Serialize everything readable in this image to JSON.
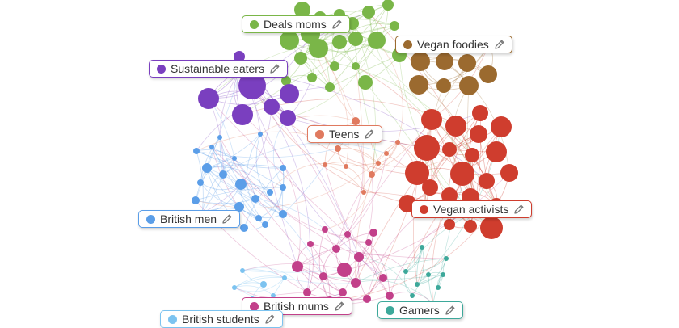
{
  "clusters": [
    {
      "id": "deals-moms",
      "label": "Deals moms",
      "color": "#7ab648",
      "nodes": [
        [
          374,
          12,
          10
        ],
        [
          396,
          22,
          8
        ],
        [
          420,
          18,
          7
        ],
        [
          436,
          29,
          8
        ],
        [
          456,
          15,
          8
        ],
        [
          480,
          6,
          7
        ],
        [
          488,
          32,
          6
        ],
        [
          358,
          50,
          12
        ],
        [
          384,
          42,
          12
        ],
        [
          394,
          60,
          12
        ],
        [
          420,
          52,
          9
        ],
        [
          440,
          48,
          9
        ],
        [
          466,
          50,
          11
        ],
        [
          494,
          68,
          9
        ],
        [
          372,
          72,
          8
        ],
        [
          414,
          82,
          6
        ],
        [
          440,
          82,
          5
        ],
        [
          452,
          102,
          9
        ],
        [
          386,
          96,
          6
        ],
        [
          408,
          108,
          6
        ],
        [
          354,
          100,
          6
        ]
      ]
    },
    {
      "id": "vegan-foodies",
      "label": "Vegan foodies",
      "color": "#9b6a2f",
      "nodes": [
        [
          520,
          76,
          12
        ],
        [
          550,
          76,
          11
        ],
        [
          578,
          78,
          11
        ],
        [
          604,
          92,
          11
        ],
        [
          518,
          105,
          12
        ],
        [
          549,
          106,
          9
        ],
        [
          580,
          106,
          12
        ],
        [
          605,
          55,
          6
        ]
      ]
    },
    {
      "id": "sustainable-eaters",
      "label": "Sustainable eaters",
      "color": "#7a3fbf",
      "nodes": [
        [
          312,
          106,
          17
        ],
        [
          258,
          122,
          13
        ],
        [
          300,
          142,
          13
        ],
        [
          336,
          132,
          10
        ],
        [
          358,
          116,
          12
        ],
        [
          356,
          146,
          10
        ],
        [
          296,
          70,
          7
        ],
        [
          298,
          86,
          5
        ]
      ]
    },
    {
      "id": "vegan-activists",
      "label": "Vegan activists",
      "color": "#cf3d2e",
      "nodes": [
        [
          534,
          148,
          13
        ],
        [
          564,
          156,
          13
        ],
        [
          594,
          140,
          10
        ],
        [
          620,
          157,
          13
        ],
        [
          528,
          183,
          16
        ],
        [
          556,
          185,
          9
        ],
        [
          592,
          166,
          11
        ],
        [
          584,
          192,
          9
        ],
        [
          614,
          188,
          13
        ],
        [
          516,
          214,
          15
        ],
        [
          572,
          215,
          15
        ],
        [
          630,
          214,
          11
        ],
        [
          602,
          224,
          10
        ],
        [
          532,
          232,
          10
        ],
        [
          556,
          242,
          10
        ],
        [
          582,
          244,
          11
        ],
        [
          614,
          254,
          9
        ],
        [
          504,
          252,
          11
        ],
        [
          608,
          282,
          14
        ],
        [
          582,
          280,
          8
        ],
        [
          556,
          278,
          7
        ],
        [
          528,
          260,
          6
        ]
      ]
    },
    {
      "id": "teens",
      "label": "Teens",
      "color": "#e07a5f",
      "nodes": [
        [
          440,
          150,
          5
        ],
        [
          418,
          184,
          4
        ],
        [
          428,
          206,
          3
        ],
        [
          460,
          216,
          4
        ],
        [
          478,
          190,
          3
        ],
        [
          492,
          176,
          3
        ],
        [
          402,
          204,
          3
        ],
        [
          450,
          238,
          3
        ],
        [
          468,
          202,
          3
        ]
      ]
    },
    {
      "id": "british-men",
      "label": "British men",
      "color": "#5b9ee8",
      "nodes": [
        [
          243,
          187,
          4
        ],
        [
          262,
          182,
          3
        ],
        [
          256,
          208,
          6
        ],
        [
          276,
          216,
          5
        ],
        [
          298,
          228,
          7
        ],
        [
          316,
          246,
          5
        ],
        [
          296,
          256,
          6
        ],
        [
          334,
          238,
          4
        ],
        [
          350,
          232,
          4
        ],
        [
          320,
          270,
          4
        ],
        [
          242,
          248,
          5
        ],
        [
          250,
          264,
          4
        ],
        [
          302,
          282,
          5
        ],
        [
          328,
          278,
          4
        ],
        [
          350,
          265,
          5
        ],
        [
          248,
          226,
          4
        ],
        [
          350,
          208,
          4
        ],
        [
          290,
          196,
          3
        ],
        [
          322,
          166,
          3
        ],
        [
          272,
          170,
          3
        ]
      ]
    },
    {
      "id": "british-mums",
      "label": "British mums",
      "color": "#c2408a",
      "nodes": [
        [
          368,
          330,
          7
        ],
        [
          384,
          302,
          4
        ],
        [
          402,
          284,
          4
        ],
        [
          416,
          308,
          5
        ],
        [
          400,
          342,
          5
        ],
        [
          426,
          334,
          9
        ],
        [
          444,
          318,
          6
        ],
        [
          462,
          288,
          5
        ],
        [
          430,
          290,
          4
        ],
        [
          380,
          362,
          5
        ],
        [
          408,
          372,
          5
        ],
        [
          424,
          362,
          5
        ],
        [
          440,
          350,
          6
        ],
        [
          454,
          370,
          5
        ],
        [
          474,
          344,
          5
        ],
        [
          482,
          366,
          5
        ],
        [
          456,
          300,
          4
        ]
      ]
    },
    {
      "id": "gamers",
      "label": "Gamers",
      "color": "#3da89a",
      "nodes": [
        [
          522,
          306,
          3
        ],
        [
          548,
          340,
          3
        ],
        [
          530,
          340,
          3
        ],
        [
          516,
          352,
          3
        ],
        [
          542,
          356,
          3
        ],
        [
          510,
          366,
          3
        ],
        [
          536,
          376,
          3
        ],
        [
          502,
          336,
          3
        ],
        [
          552,
          320,
          3
        ]
      ]
    },
    {
      "id": "british-students",
      "label": "British students",
      "color": "#7cc3f0",
      "nodes": [
        [
          300,
          335,
          3
        ],
        [
          326,
          352,
          4
        ],
        [
          312,
          370,
          3
        ],
        [
          338,
          366,
          3
        ],
        [
          352,
          344,
          3
        ],
        [
          290,
          356,
          3
        ]
      ]
    }
  ],
  "edge_pairs": [
    [
      "deals-moms",
      "vegan-activists"
    ],
    [
      "deals-moms",
      "sustainable-eaters"
    ],
    [
      "sustainable-eaters",
      "vegan-activists"
    ],
    [
      "vegan-foodies",
      "vegan-activists"
    ],
    [
      "teens",
      "vegan-activists"
    ],
    [
      "british-men",
      "british-mums"
    ],
    [
      "british-mums",
      "vegan-activists"
    ],
    [
      "sustainable-eaters",
      "british-men"
    ],
    [
      "teens",
      "british-mums"
    ],
    [
      "gamers",
      "british-mums"
    ],
    [
      "british-students",
      "british-mums"
    ],
    [
      "deals-moms",
      "teens"
    ],
    [
      "british-men",
      "teens"
    ],
    [
      "vegan-activists",
      "gamers"
    ],
    [
      "sustainable-eaters",
      "british-mums"
    ]
  ]
}
